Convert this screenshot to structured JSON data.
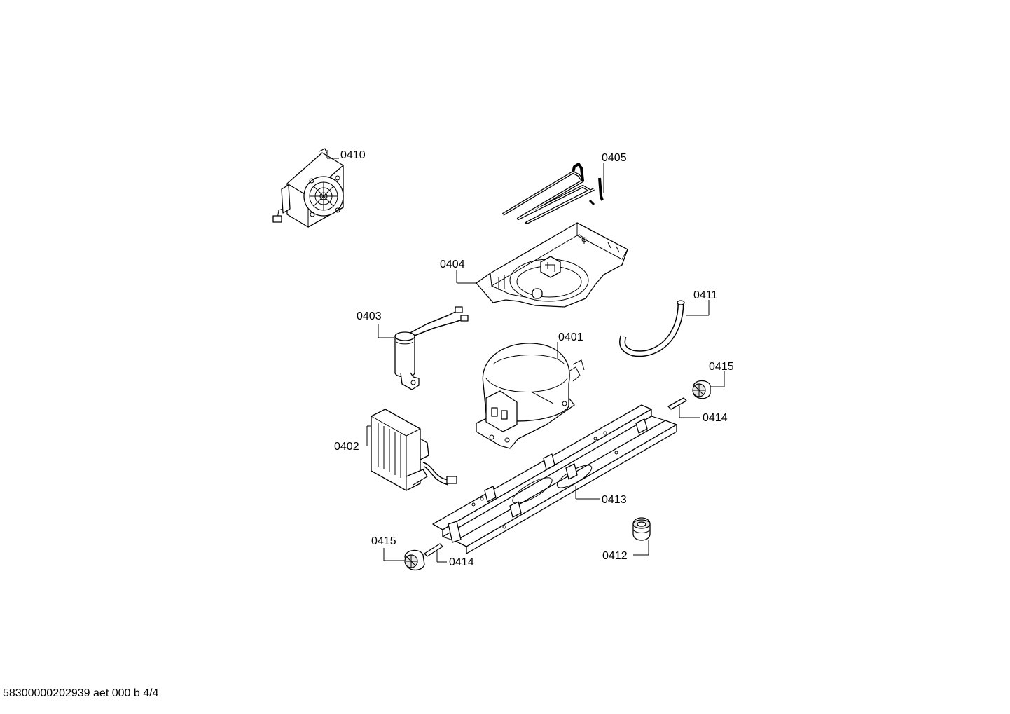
{
  "footer": {
    "doc_code": "58300000202939 aet 000 b 4/4"
  },
  "callouts": {
    "c0410": "0410",
    "c0405": "0405",
    "c0404": "0404",
    "c0403": "0403",
    "c0411": "0411",
    "c0401": "0401",
    "c0415a": "0415",
    "c0414a": "0414",
    "c0402": "0402",
    "c0413": "0413",
    "c0415b": "0415",
    "c0414b": "0414",
    "c0412": "0412"
  }
}
